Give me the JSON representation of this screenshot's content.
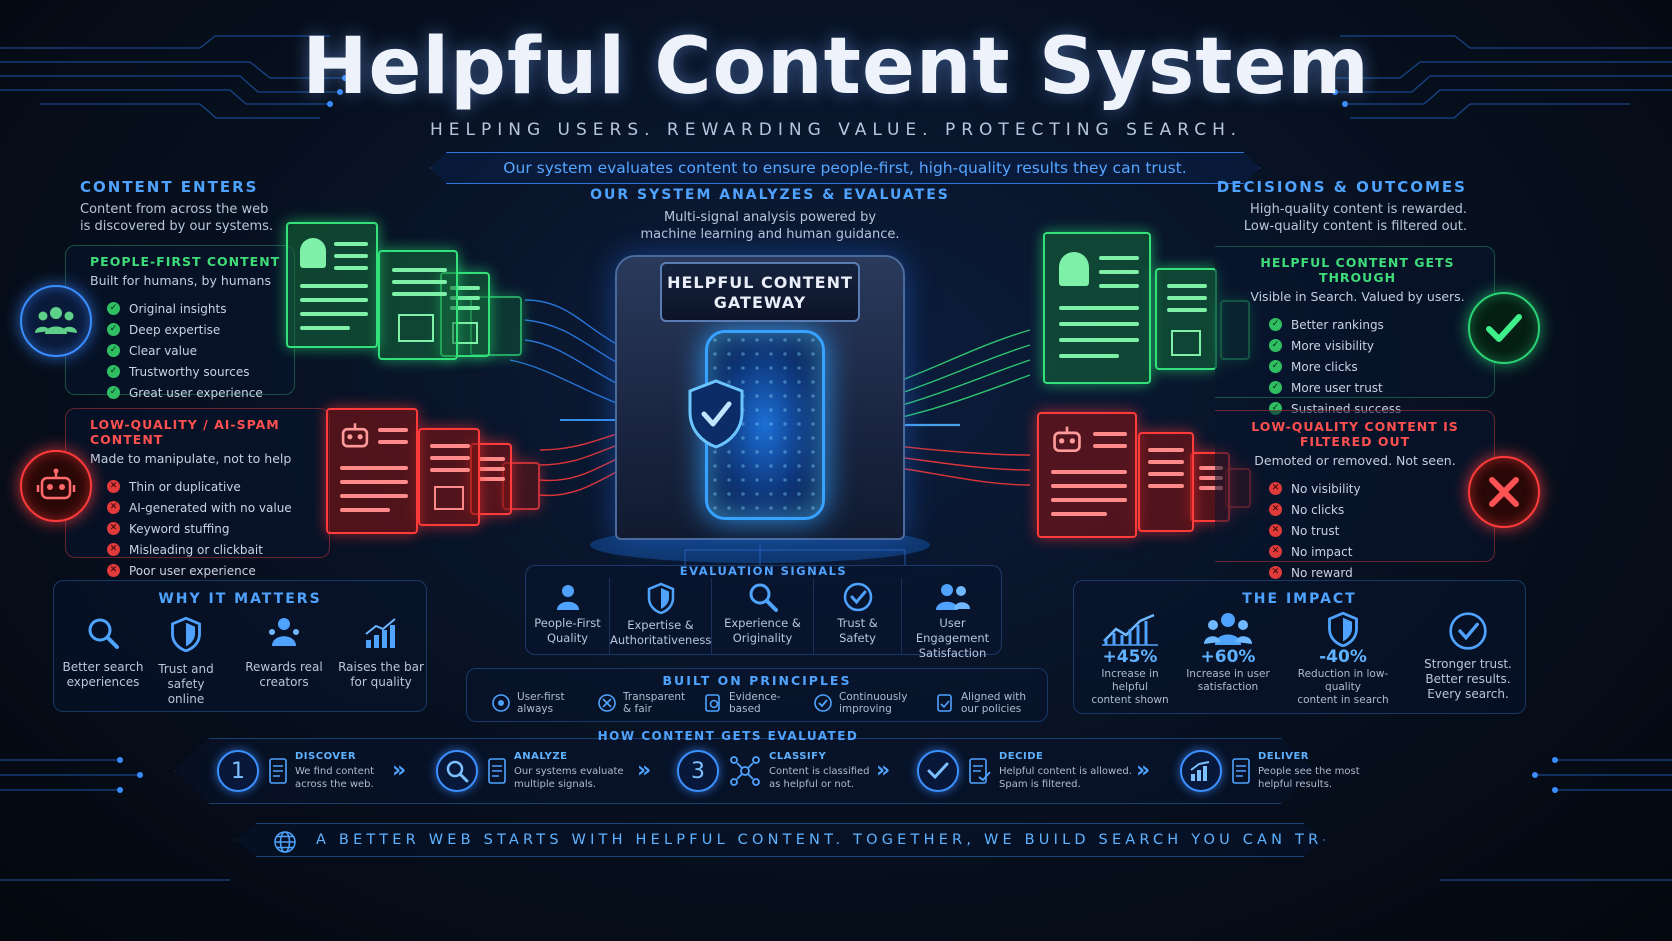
{
  "header": {
    "title": "Helpful Content System",
    "subtitle": "HELPING USERS. REWARDING VALUE. PROTECTING SEARCH.",
    "banner": "Our system evaluates content to ensure people-first, high-quality results they can trust."
  },
  "content_enters": {
    "heading": "CONTENT ENTERS",
    "desc1": "Content from across the web",
    "desc2": "is discovered by our systems."
  },
  "people_first": {
    "title": "PEOPLE-FIRST CONTENT",
    "subtitle": "Built for humans, by humans",
    "items": [
      "Original insights",
      "Deep expertise",
      "Clear value",
      "Trustworthy sources",
      "Great user experience"
    ]
  },
  "low_quality": {
    "title": "LOW-QUALITY / AI-SPAM CONTENT",
    "subtitle": "Made to manipulate, not to help",
    "items": [
      "Thin or duplicative",
      "AI-generated with no value",
      "Keyword stuffing",
      "Misleading or clickbait",
      "Poor user experience"
    ]
  },
  "system": {
    "heading": "OUR SYSTEM ANALYZES & EVALUATES",
    "desc1": "Multi-signal analysis powered by",
    "desc2": "machine learning and human guidance.",
    "gateway_line1": "HELPFUL CONTENT",
    "gateway_line2": "GATEWAY"
  },
  "decisions": {
    "heading": "DECISIONS & OUTCOMES",
    "desc1": "High-quality content is rewarded.",
    "desc2": "Low-quality content is filtered out."
  },
  "gets_through": {
    "title": "HELPFUL CONTENT GETS THROUGH",
    "subtitle": "Visible in Search. Valued by users.",
    "items": [
      "Better rankings",
      "More visibility",
      "More clicks",
      "More user trust",
      "Sustained success"
    ]
  },
  "filtered_out": {
    "title": "LOW-QUALITY CONTENT IS FILTERED OUT",
    "subtitle": "Demoted or removed. Not seen.",
    "items": [
      "No visibility",
      "No clicks",
      "No trust",
      "No impact",
      "No reward"
    ]
  },
  "signals": {
    "title": "EVALUATION SIGNALS",
    "items": [
      {
        "l1": "People-First",
        "l2": "Quality"
      },
      {
        "l1": "Expertise &",
        "l2": "Authoritativeness"
      },
      {
        "l1": "Experience &",
        "l2": "Originality"
      },
      {
        "l1": "Trust &",
        "l2": "Safety"
      },
      {
        "l1": "User Engagement",
        "l2": "Satisfaction"
      }
    ]
  },
  "principles": {
    "title": "BUILT ON PRINCIPLES",
    "items": [
      {
        "l1": "User-first",
        "l2": "always"
      },
      {
        "l1": "Transparent",
        "l2": "& fair"
      },
      {
        "l1": "Evidence-",
        "l2": "based"
      },
      {
        "l1": "Continuously",
        "l2": "improving"
      },
      {
        "l1": "Aligned with",
        "l2": "our policies"
      }
    ]
  },
  "why": {
    "title": "WHY IT MATTERS",
    "items": [
      {
        "l1": "Better search",
        "l2": "experiences"
      },
      {
        "l1": "Trust and",
        "l2": "safety online"
      },
      {
        "l1": "Rewards real",
        "l2": "creators"
      },
      {
        "l1": "Raises the bar",
        "l2": "for quality"
      }
    ]
  },
  "impact": {
    "title": "THE IMPACT",
    "items": [
      {
        "num": "+45%",
        "l1": "Increase in helpful",
        "l2": "content shown",
        "l3": ""
      },
      {
        "num": "+60%",
        "l1": "Increase in user",
        "l2": "satisfaction",
        "l3": ""
      },
      {
        "num": "-40%",
        "l1": "Reduction in low-quality",
        "l2": "content in search",
        "l3": ""
      },
      {
        "num": "",
        "l1": "Stronger trust.",
        "l2": "Better results.",
        "l3": "Every search."
      }
    ]
  },
  "flow": {
    "title": "HOW CONTENT GETS EVALUATED",
    "steps": [
      {
        "badge": "1",
        "name": "DISCOVER",
        "d1": "We find content",
        "d2": "across the web."
      },
      {
        "badge": "",
        "name": "ANALYZE",
        "d1": "Our systems evaluate",
        "d2": "multiple signals."
      },
      {
        "badge": "3",
        "name": "CLASSIFY",
        "d1": "Content is classified",
        "d2": "as helpful or not."
      },
      {
        "badge": "",
        "name": "DECIDE",
        "d1": "Helpful content is allowed.",
        "d2": "Spam is filtered."
      },
      {
        "badge": "",
        "name": "DELIVER",
        "d1": "People see the most",
        "d2": "helpful results."
      }
    ]
  },
  "footer": {
    "text": "A BETTER WEB STARTS WITH HELPFUL CONTENT. TOGETHER, WE BUILD SEARCH YOU CAN TRUST."
  },
  "colors": {
    "accent_blue": "#4fa3ff",
    "green": "#33e07a",
    "red": "#ff3b3b",
    "background": "#07101f"
  }
}
